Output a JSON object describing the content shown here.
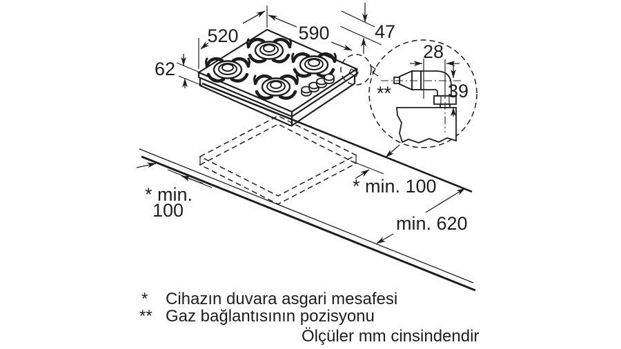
{
  "figure": {
    "hob": {
      "width_label": "590",
      "depth_label": "520",
      "edge_height_label": "47",
      "body_height_label": "62"
    },
    "detail": {
      "marker": "**",
      "horizontal_offset_label": "28",
      "vertical_offset_label": "39"
    },
    "installation": {
      "left_clearance_line1": "* min.",
      "left_clearance_line2": "100",
      "right_clearance": "* min. 100",
      "counter_depth": "min. 620"
    },
    "footnotes": {
      "star_symbol": "*",
      "star_text": "Cihazın duvara asgari mesafesi",
      "double_star_symbol": "**",
      "double_star_text": "Gaz bağlantısının pozisyonu",
      "units_note": "Ölçüler mm cinsindendir"
    },
    "colors": {
      "line": "#1d1d1d",
      "background": "#ffffff"
    }
  }
}
